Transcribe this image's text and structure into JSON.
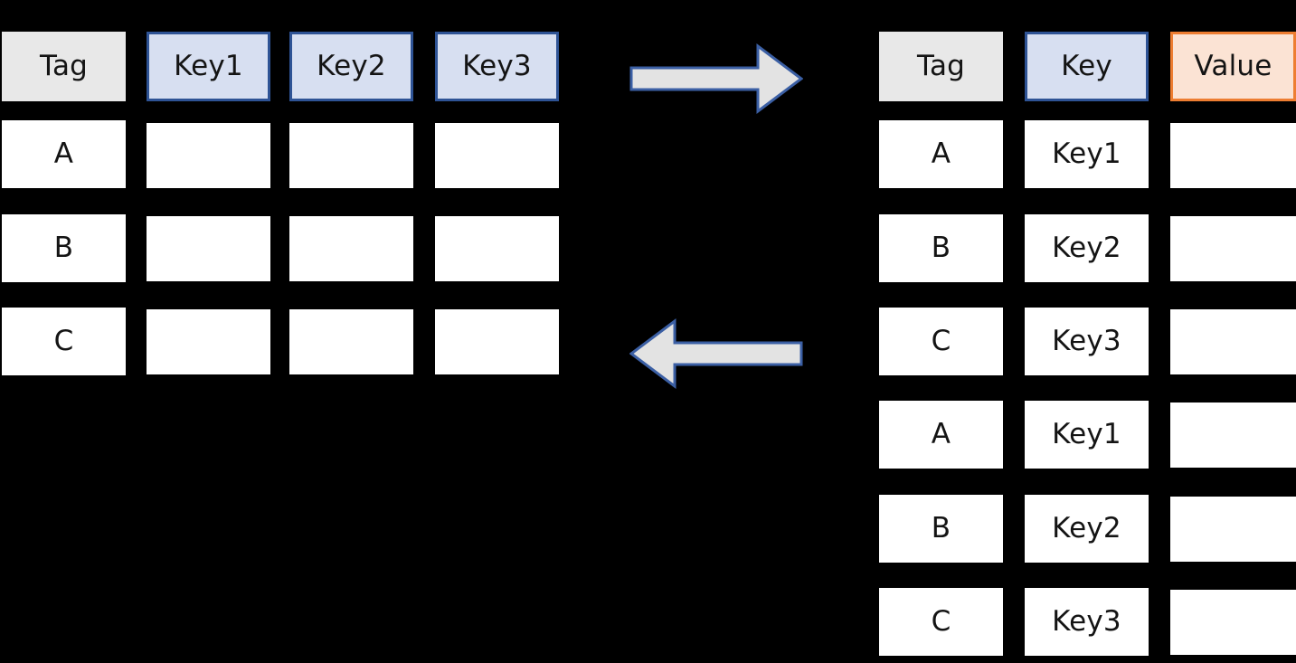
{
  "diagram": {
    "type": "two-table-transform",
    "background_color": "#000000",
    "colors": {
      "tag_header_fill": "#E8E8E8",
      "key_header_fill": "#D7DFF1",
      "key_header_border": "#2E5395",
      "value_header_fill": "#FBE3D4",
      "value_header_border": "#ED7D31",
      "cell_fill": "#FFFFFF",
      "text": "#141414",
      "arrow_fill": "#E3E3E3",
      "arrow_border": "#3B5FA4"
    }
  },
  "wide_table": {
    "name": "wide-table",
    "headers": [
      "Tag",
      "Key1",
      "Key2",
      "Key3"
    ],
    "header_styles": [
      "tag",
      "key",
      "key",
      "key"
    ],
    "rows": [
      [
        "A",
        "",
        "",
        ""
      ],
      [
        "B",
        "",
        "",
        ""
      ],
      [
        "C",
        "",
        "",
        ""
      ]
    ]
  },
  "long_table": {
    "name": "long-table",
    "headers": [
      "Tag",
      "Key",
      "Value"
    ],
    "header_styles": [
      "tag",
      "key",
      "value"
    ],
    "rows": [
      [
        "A",
        "Key1",
        ""
      ],
      [
        "B",
        "Key2",
        ""
      ],
      [
        "C",
        "Key3",
        ""
      ],
      [
        "A",
        "Key1",
        ""
      ],
      [
        "B",
        "Key2",
        ""
      ],
      [
        "C",
        "Key3",
        ""
      ]
    ]
  },
  "arrows": [
    {
      "name": "arrow-right",
      "direction": "right",
      "label": ""
    },
    {
      "name": "arrow-left",
      "direction": "left",
      "label": ""
    }
  ]
}
